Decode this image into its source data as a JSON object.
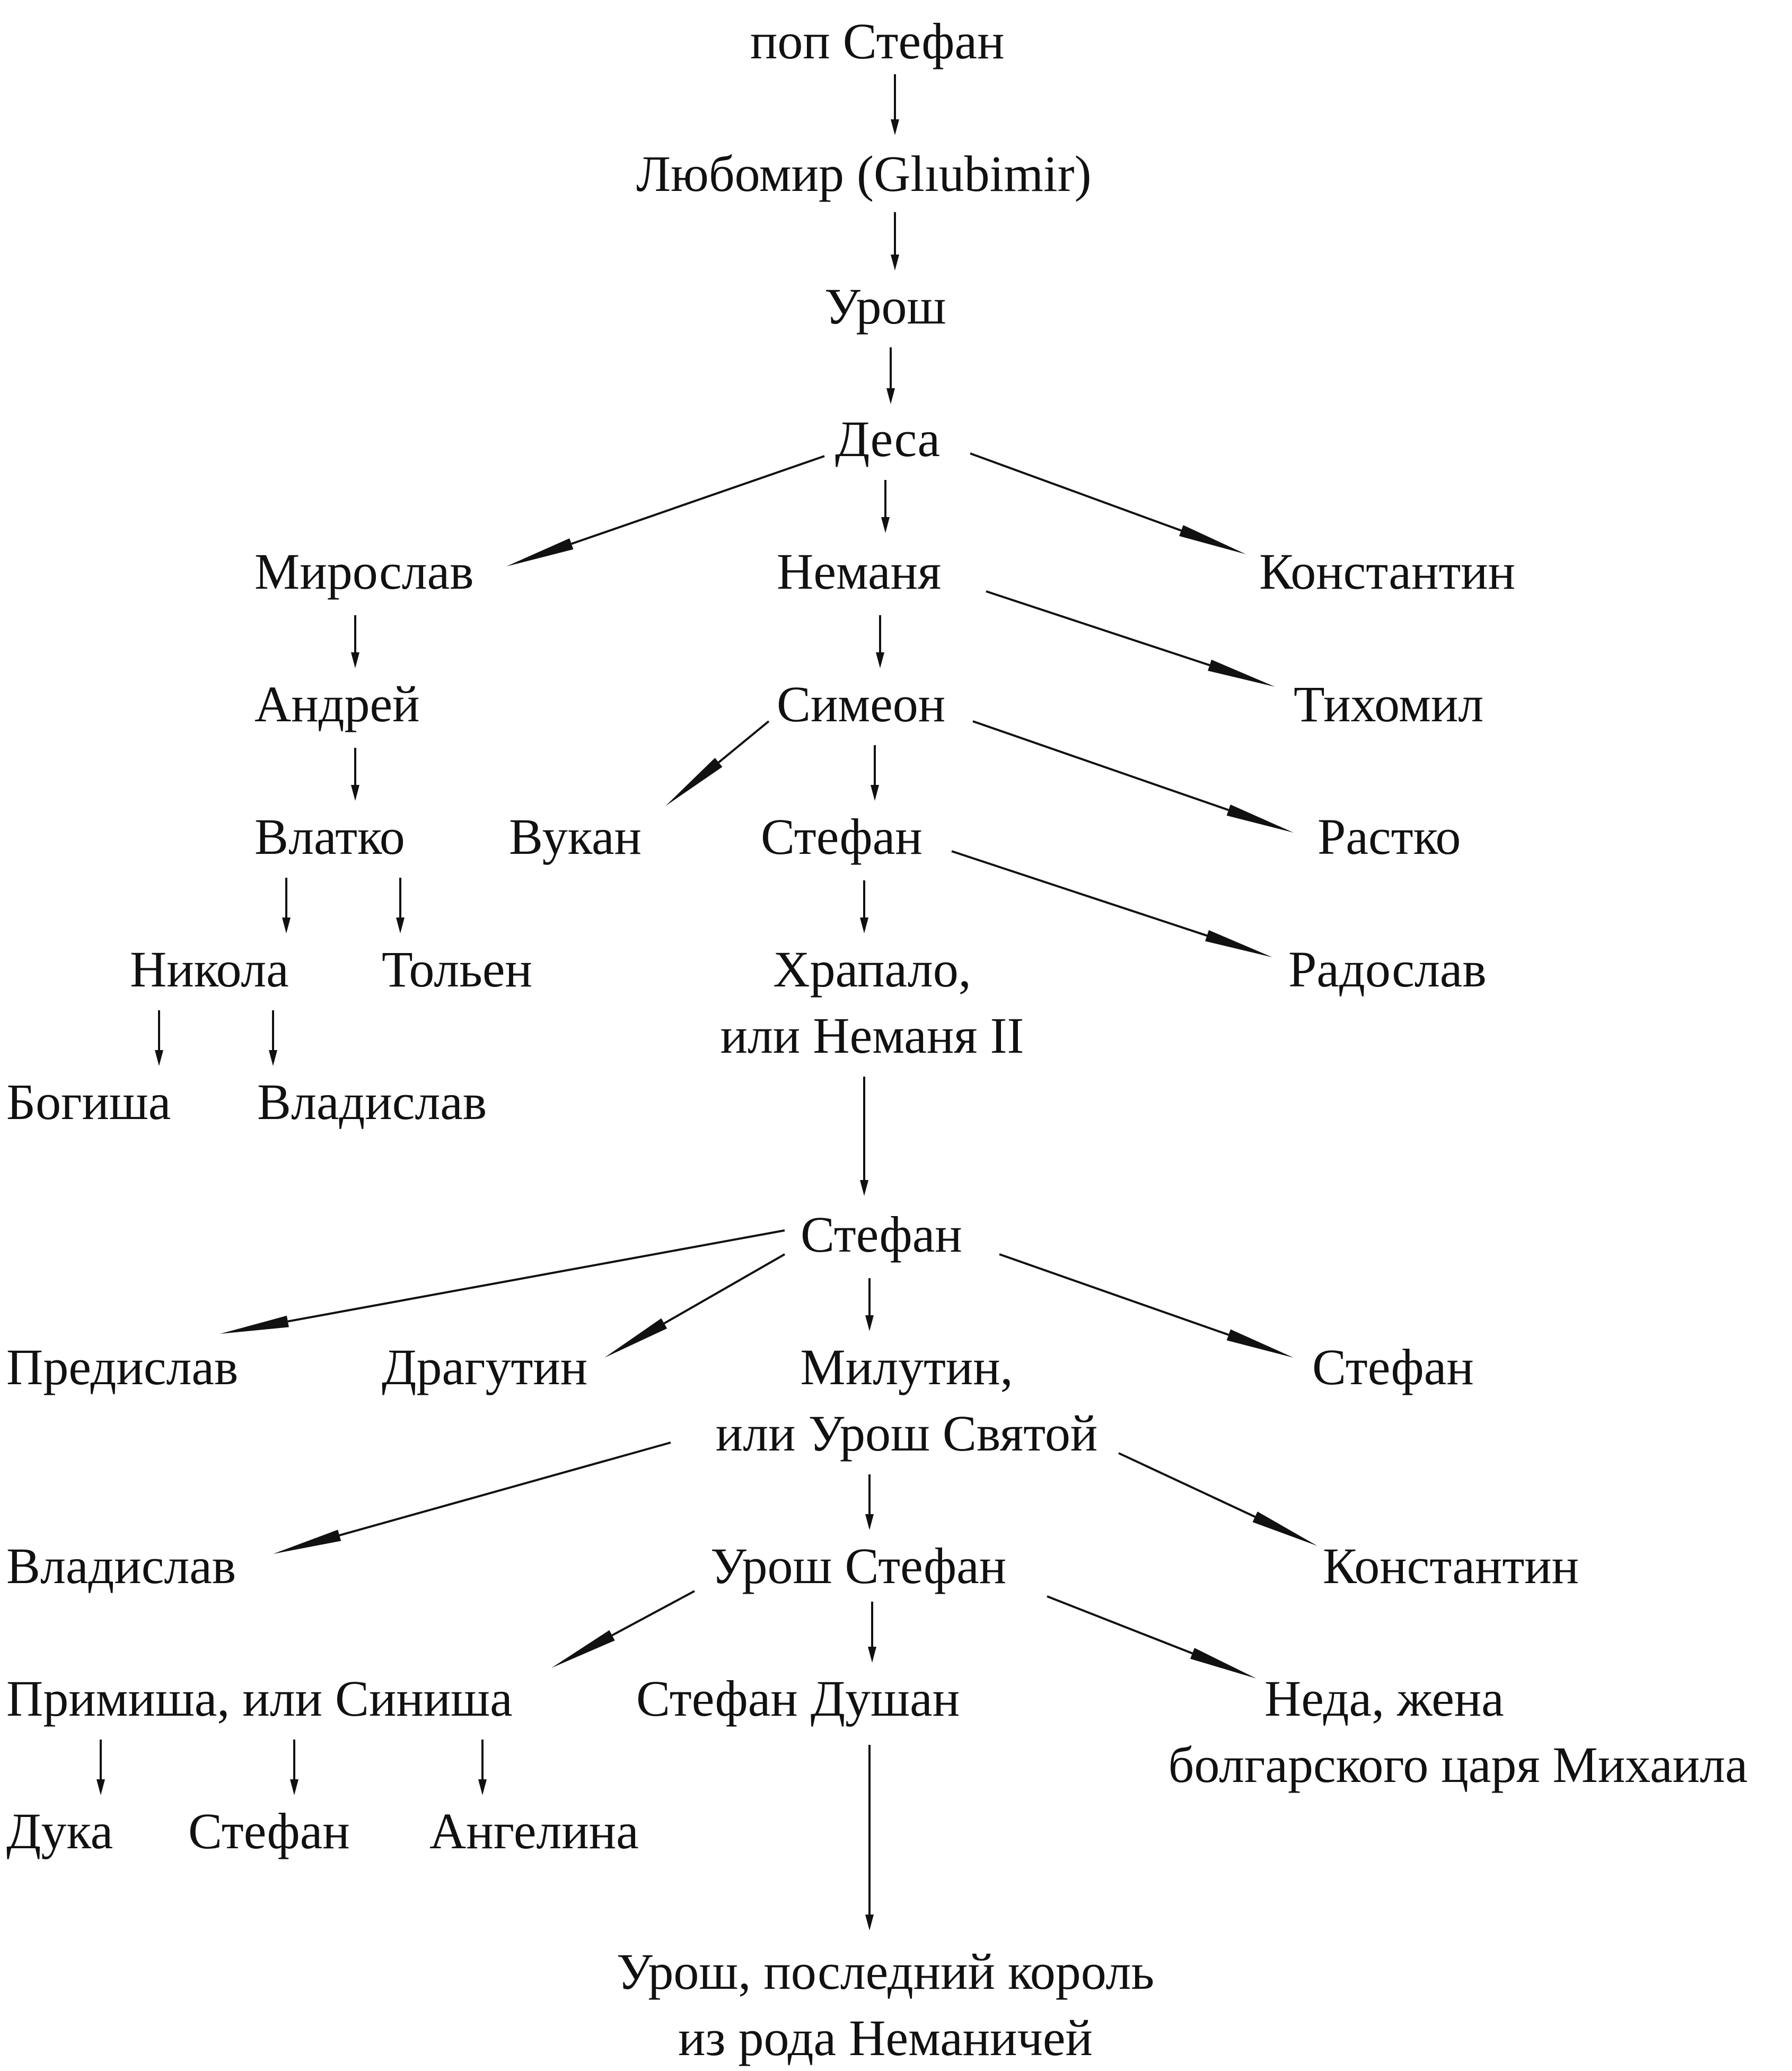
{
  "tree": {
    "nodes": [
      {
        "id": "pop-stefan",
        "text": "поп Стефан"
      },
      {
        "id": "lyubomir",
        "text": "Любомир (Glıubimir)"
      },
      {
        "id": "urosh-1",
        "text": "Урош"
      },
      {
        "id": "desa",
        "text": "Деса"
      },
      {
        "id": "miroslav",
        "text": "Мирослав"
      },
      {
        "id": "nemanya",
        "text": "Неманя"
      },
      {
        "id": "konstantin-1",
        "text": "Константин"
      },
      {
        "id": "andrey",
        "text": "Андрей"
      },
      {
        "id": "simeon",
        "text": "Симеон"
      },
      {
        "id": "tihomil",
        "text": "Тихомил"
      },
      {
        "id": "vlatko",
        "text": "Влатко"
      },
      {
        "id": "vukan",
        "text": "Вукан"
      },
      {
        "id": "stefan-1",
        "text": "Стефан"
      },
      {
        "id": "rastko",
        "text": "Растко"
      },
      {
        "id": "nikola",
        "text": "Никола"
      },
      {
        "id": "tolen",
        "text": "Тольен"
      },
      {
        "id": "hrapalo",
        "lines": [
          "Храпало,",
          "или Неманя II"
        ]
      },
      {
        "id": "radoslav",
        "text": "Радослав"
      },
      {
        "id": "bogisha",
        "text": "Богиша"
      },
      {
        "id": "vladislav-1",
        "text": "Владислав"
      },
      {
        "id": "stefan-2",
        "text": "Стефан"
      },
      {
        "id": "predislav",
        "text": "Предислав"
      },
      {
        "id": "dragutin",
        "text": "Драгутин"
      },
      {
        "id": "milutin",
        "lines": [
          "Милутин,",
          "или Урош Святой"
        ]
      },
      {
        "id": "stefan-3",
        "text": "Стефан"
      },
      {
        "id": "vladislav-2",
        "text": "Владислав"
      },
      {
        "id": "urosh-stefan",
        "text": "Урош Стефан"
      },
      {
        "id": "konstantin-2",
        "text": "Константин"
      },
      {
        "id": "primisha",
        "text": "Примиша, или Синиша"
      },
      {
        "id": "stefan-dushan",
        "text": "Стефан Душан"
      },
      {
        "id": "neda",
        "lines": [
          "Неда, жена",
          "болгарского царя Михаила"
        ]
      },
      {
        "id": "duka",
        "text": "Дука"
      },
      {
        "id": "stefan-4",
        "text": "Стефан"
      },
      {
        "id": "angelina",
        "text": "Ангелина"
      },
      {
        "id": "urosh-last",
        "lines": [
          "Урош, последний король",
          "из рода Неманичей"
        ]
      }
    ]
  }
}
